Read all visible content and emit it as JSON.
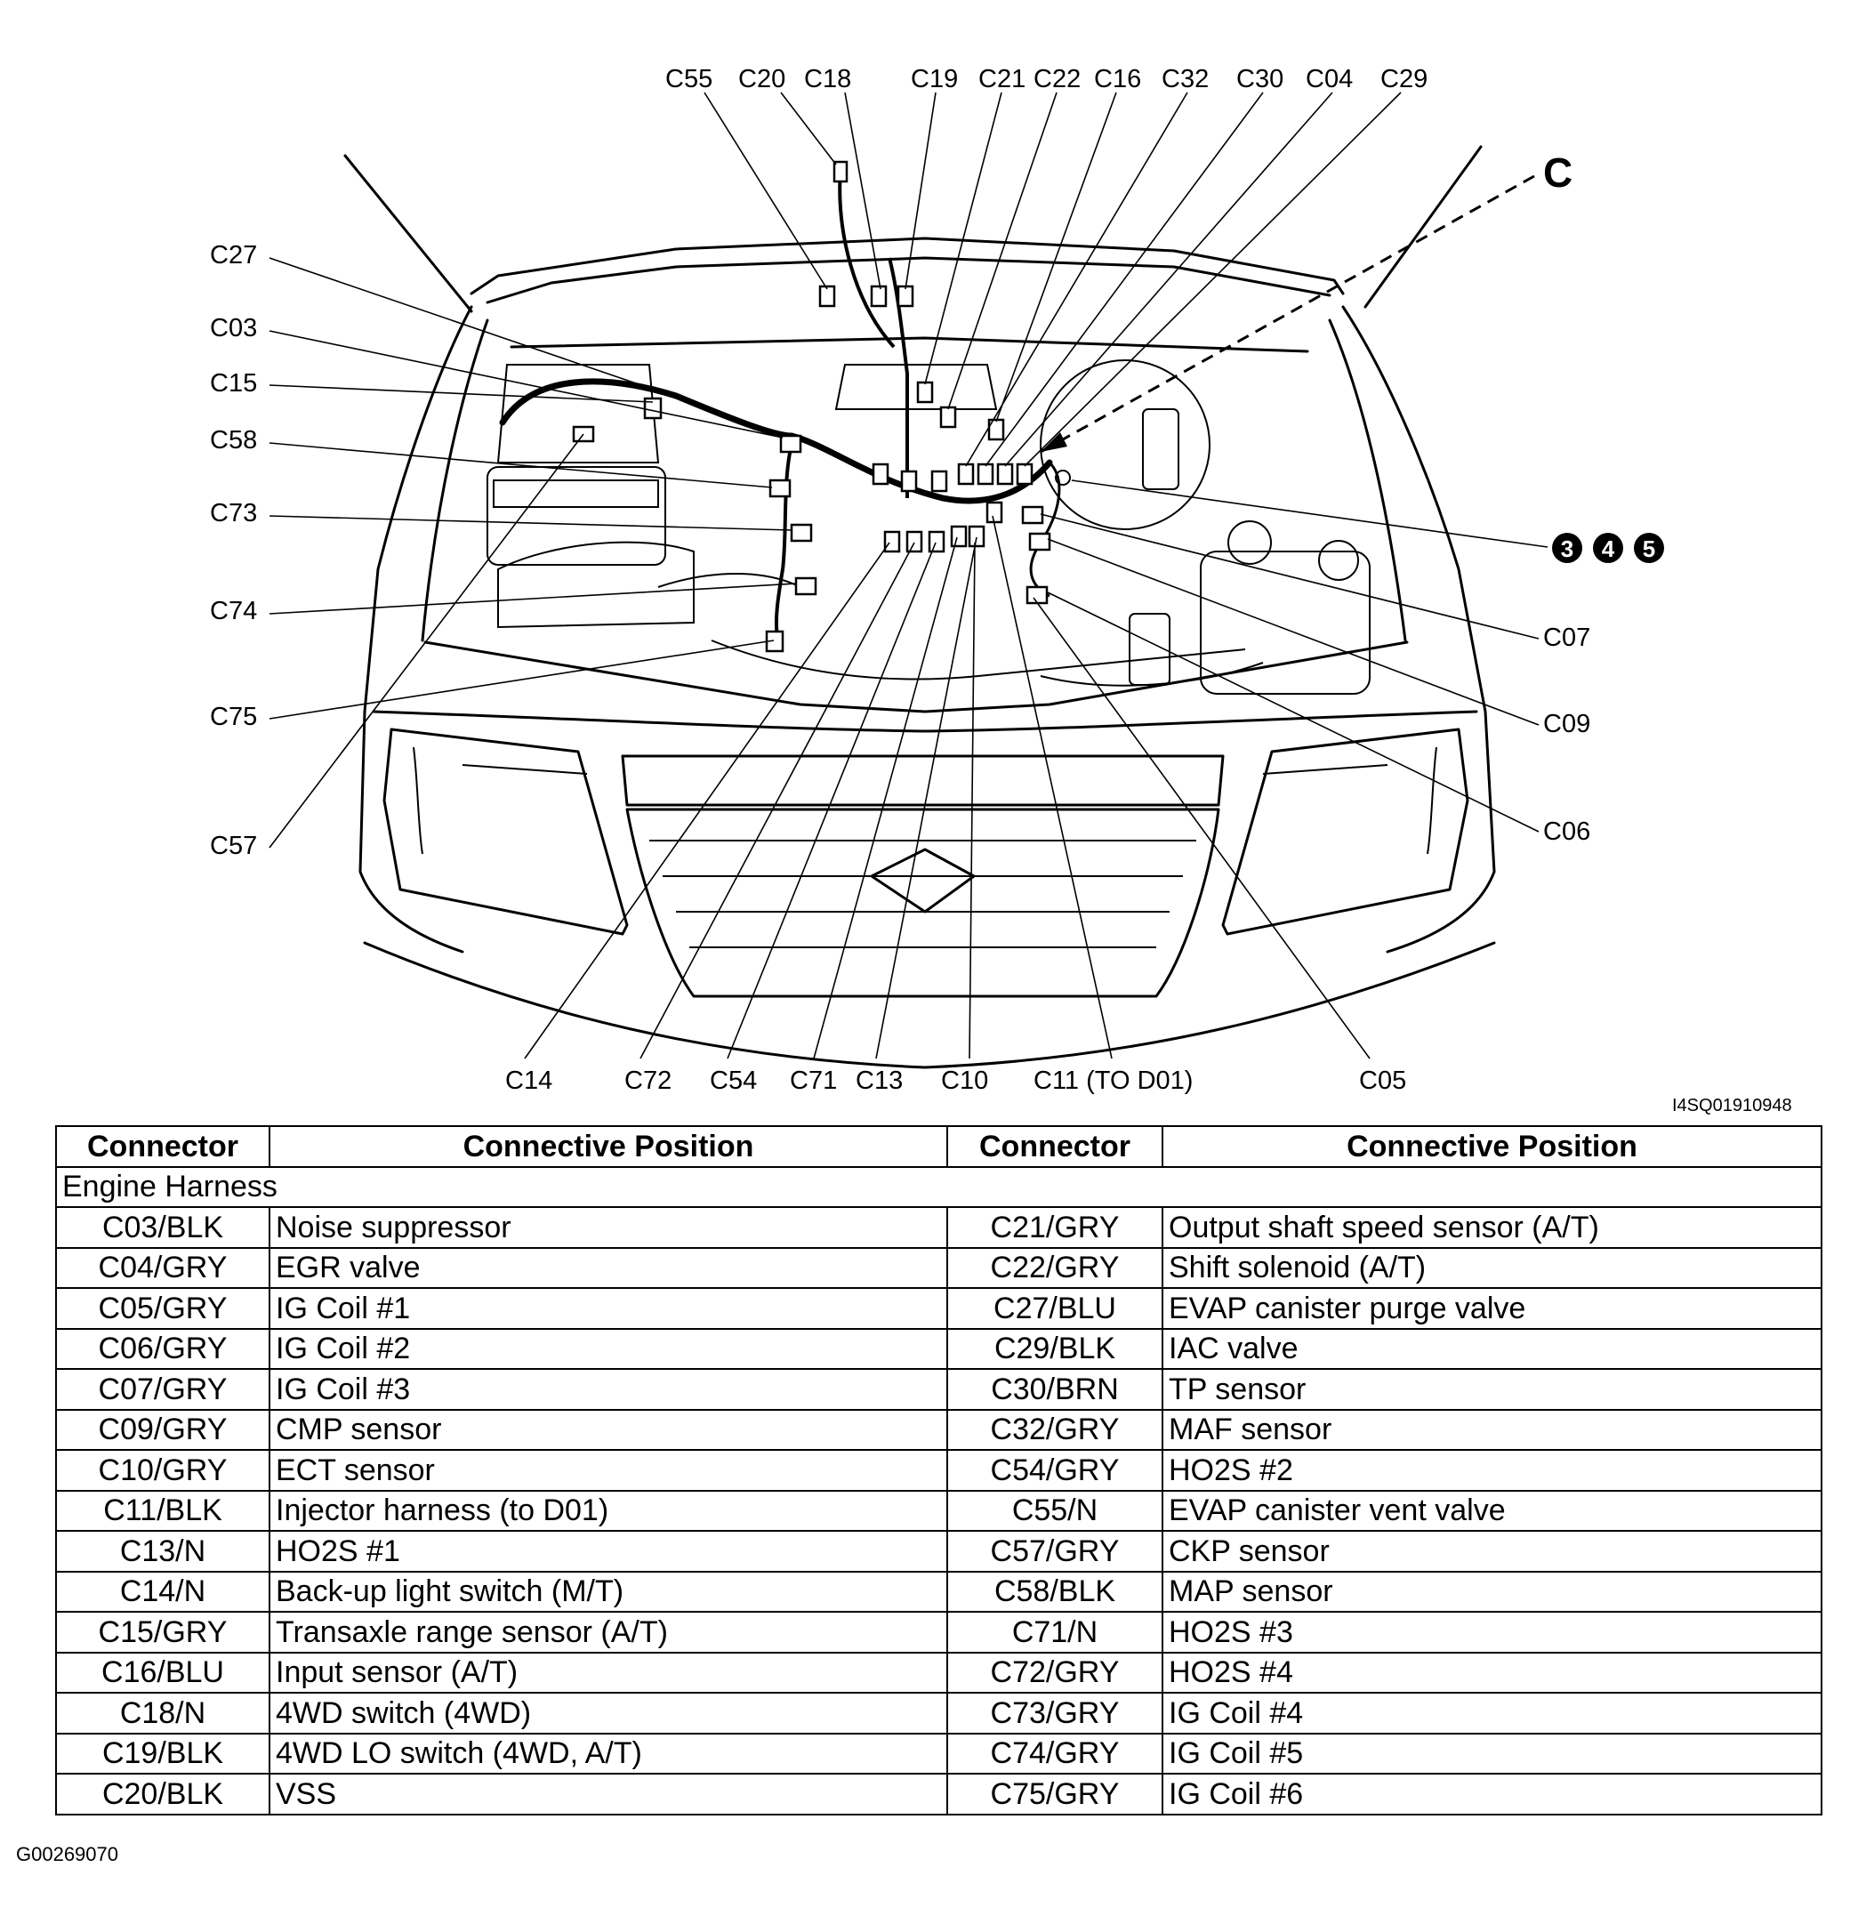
{
  "figure": {
    "ref_code": "I4SQ01910948",
    "figure_code": "G00269070",
    "view_label": "C",
    "step_badges": [
      "3",
      "4",
      "5"
    ],
    "callouts": {
      "c55": "C55",
      "c20": "C20",
      "c18": "C18",
      "c19": "C19",
      "c21": "C21",
      "c22": "C22",
      "c16": "C16",
      "c32": "C32",
      "c30": "C30",
      "c04": "C04",
      "c29": "C29",
      "c27": "C27",
      "c03": "C03",
      "c15": "C15",
      "c58": "C58",
      "c73": "C73",
      "c74": "C74",
      "c75": "C75",
      "c57": "C57",
      "c07": "C07",
      "c09": "C09",
      "c06": "C06",
      "c14": "C14",
      "c72": "C72",
      "c54": "C54",
      "c71": "C71",
      "c13": "C13",
      "c10": "C10",
      "c11": "C11 (TO D01)",
      "c05": "C05"
    }
  },
  "table": {
    "headers": [
      "Connector",
      "Connective Position",
      "Connector",
      "Connective Position"
    ],
    "section": "Engine Harness",
    "rows": [
      [
        "C03/BLK",
        "Noise suppressor",
        "C21/GRY",
        "Output shaft speed sensor (A/T)"
      ],
      [
        "C04/GRY",
        "EGR valve",
        "C22/GRY",
        "Shift solenoid (A/T)"
      ],
      [
        "C05/GRY",
        "IG Coil #1",
        "C27/BLU",
        "EVAP canister purge valve"
      ],
      [
        "C06/GRY",
        "IG Coil #2",
        "C29/BLK",
        "IAC valve"
      ],
      [
        "C07/GRY",
        "IG Coil #3",
        "C30/BRN",
        "TP sensor"
      ],
      [
        "C09/GRY",
        "CMP sensor",
        "C32/GRY",
        "MAF sensor"
      ],
      [
        "C10/GRY",
        "ECT sensor",
        "C54/GRY",
        "HO2S #2"
      ],
      [
        "C11/BLK",
        "Injector harness (to D01)",
        "C55/N",
        "EVAP canister vent valve"
      ],
      [
        "C13/N",
        "HO2S #1",
        "C57/GRY",
        "CKP sensor"
      ],
      [
        "C14/N",
        "Back-up light switch (M/T)",
        "C58/BLK",
        "MAP sensor"
      ],
      [
        "C15/GRY",
        "Transaxle range sensor (A/T)",
        "C71/N",
        "HO2S #3"
      ],
      [
        "C16/BLU",
        "Input sensor (A/T)",
        "C72/GRY",
        "HO2S #4"
      ],
      [
        "C18/N",
        "4WD switch (4WD)",
        "C73/GRY",
        "IG Coil #4"
      ],
      [
        "C19/BLK",
        "4WD LO switch (4WD, A/T)",
        "C74/GRY",
        "IG Coil #5"
      ],
      [
        "C20/BLK",
        "VSS",
        "C75/GRY",
        "IG Coil #6"
      ]
    ]
  }
}
